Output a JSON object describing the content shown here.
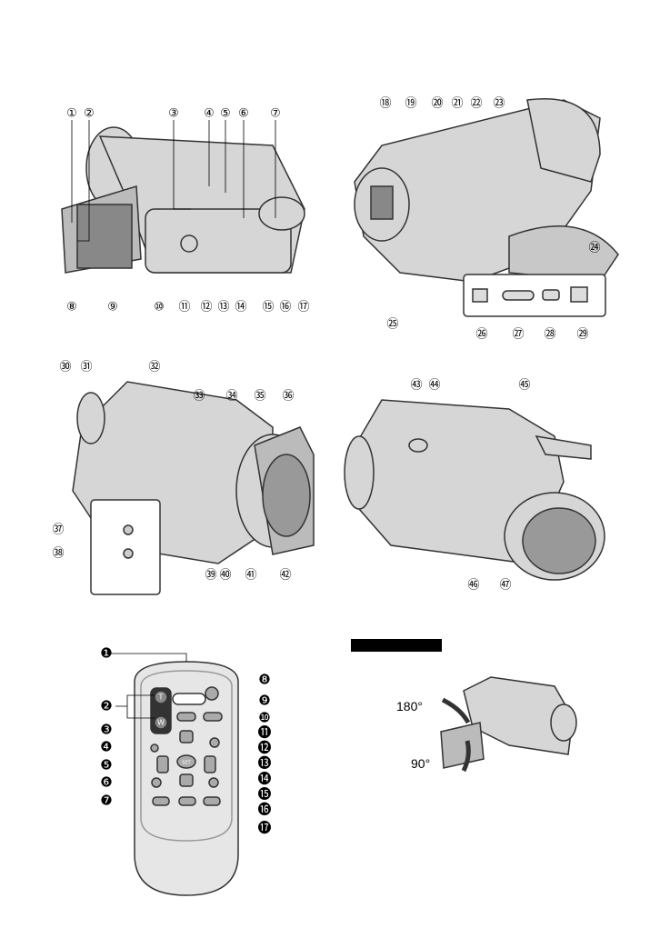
{
  "figures": {
    "front_view": {
      "callouts": [
        "①",
        "②",
        "③",
        "④",
        "⑤",
        "⑥",
        "⑦",
        "⑧",
        "⑨",
        "⑩",
        "⑪",
        "⑫",
        "⑬",
        "⑭",
        "⑮",
        "⑯",
        "⑰"
      ]
    },
    "rear_view": {
      "callouts": [
        "⑱",
        "⑲",
        "⑳",
        "㉑",
        "㉒",
        "㉓",
        "㉔",
        "㉕",
        "㉖",
        "㉗",
        "㉘",
        "㉙"
      ]
    },
    "side_view": {
      "callouts": [
        "㉚",
        "㉛",
        "㉜",
        "㉝",
        "㉞",
        "㉟",
        "㊱",
        "㊲",
        "㊳",
        "㊴",
        "㊵",
        "㊶",
        "㊷"
      ]
    },
    "bottom_view": {
      "callouts": [
        "㊸",
        "㊹",
        "㊺",
        "㊻",
        "㊼"
      ]
    },
    "remote_control": {
      "callouts": [
        "❶",
        "❷",
        "❸",
        "❹",
        "❺",
        "❻",
        "❼",
        "❽",
        "❾",
        "❿",
        "⓫",
        "⓬",
        "⓭",
        "⓮",
        "⓯",
        "⓰",
        "⓱"
      ],
      "zoom_t": "T",
      "zoom_w": "W",
      "set": "SET"
    },
    "lcd_rotation": {
      "angle_up": "180°",
      "angle_down": "90°"
    }
  },
  "colors": {
    "body": "#d6d6d6",
    "outline": "#333333",
    "dark": "#555555"
  }
}
